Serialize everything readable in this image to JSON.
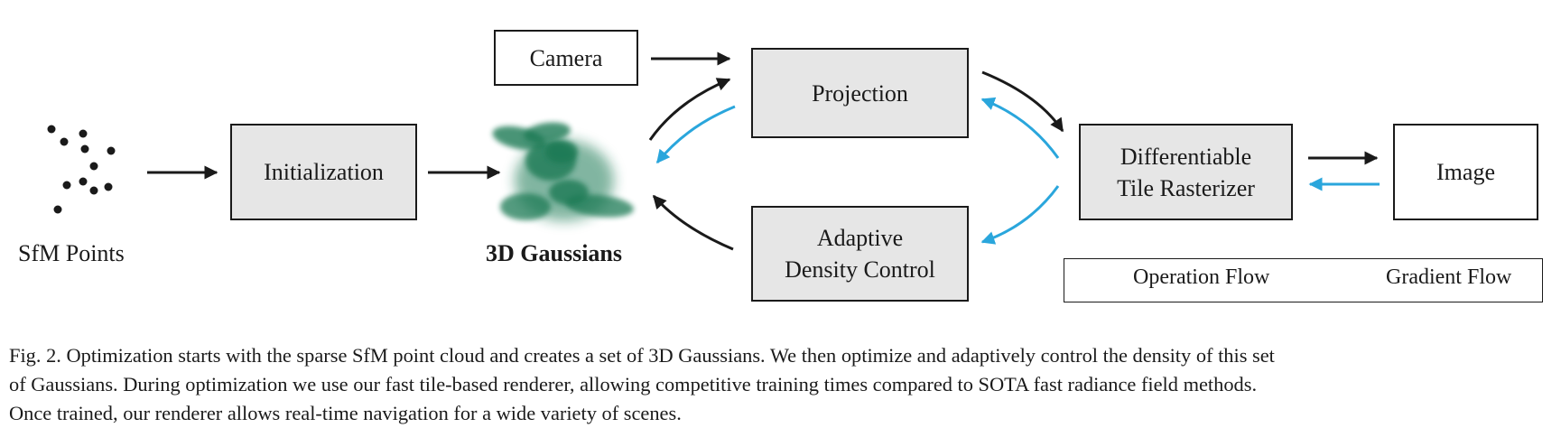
{
  "diagram": {
    "nodes": {
      "sfm_points": "SfM Points",
      "initialization": "Initialization",
      "gaussians": "3D Gaussians",
      "camera": "Camera",
      "projection": "Projection",
      "rasterizer_line1": "Differentiable",
      "rasterizer_line2": "Tile Rasterizer",
      "image": "Image",
      "density_line1": "Adaptive",
      "density_line2": "Density Control"
    },
    "edges": [
      {
        "from": "SfM Points",
        "to": "Initialization",
        "type": "operation"
      },
      {
        "from": "Initialization",
        "to": "3D Gaussians",
        "type": "operation"
      },
      {
        "from": "Camera",
        "to": "Projection",
        "type": "operation"
      },
      {
        "from": "3D Gaussians",
        "to": "Projection",
        "type": "operation"
      },
      {
        "from": "Projection",
        "to": "3D Gaussians",
        "type": "gradient"
      },
      {
        "from": "Projection",
        "to": "Differentiable Tile Rasterizer",
        "type": "operation"
      },
      {
        "from": "Differentiable Tile Rasterizer",
        "to": "Projection",
        "type": "gradient"
      },
      {
        "from": "Differentiable Tile Rasterizer",
        "to": "Image",
        "type": "operation"
      },
      {
        "from": "Image",
        "to": "Differentiable Tile Rasterizer",
        "type": "gradient"
      },
      {
        "from": "Differentiable Tile Rasterizer",
        "to": "Adaptive Density Control",
        "type": "gradient"
      },
      {
        "from": "Adaptive Density Control",
        "to": "3D Gaussians",
        "type": "operation"
      }
    ],
    "legend": {
      "operation": "Operation Flow",
      "gradient": "Gradient Flow"
    },
    "colors": {
      "operation": "#1a1a1a",
      "gradient": "#2aa6dc",
      "box_fill": "#e6e6e6",
      "gaussian": "#1f7a55"
    }
  },
  "caption": {
    "line1": "Fig. 2.  Optimization starts with the sparse SfM point cloud and creates a set of 3D Gaussians. We then optimize and adaptively control the density of this set",
    "line2": "of Gaussians. During optimization we use our fast tile-based renderer, allowing competitive training times compared to SOTA fast radiance field methods.",
    "line3": "Once trained, our renderer allows real-time navigation for a wide variety of scenes."
  }
}
